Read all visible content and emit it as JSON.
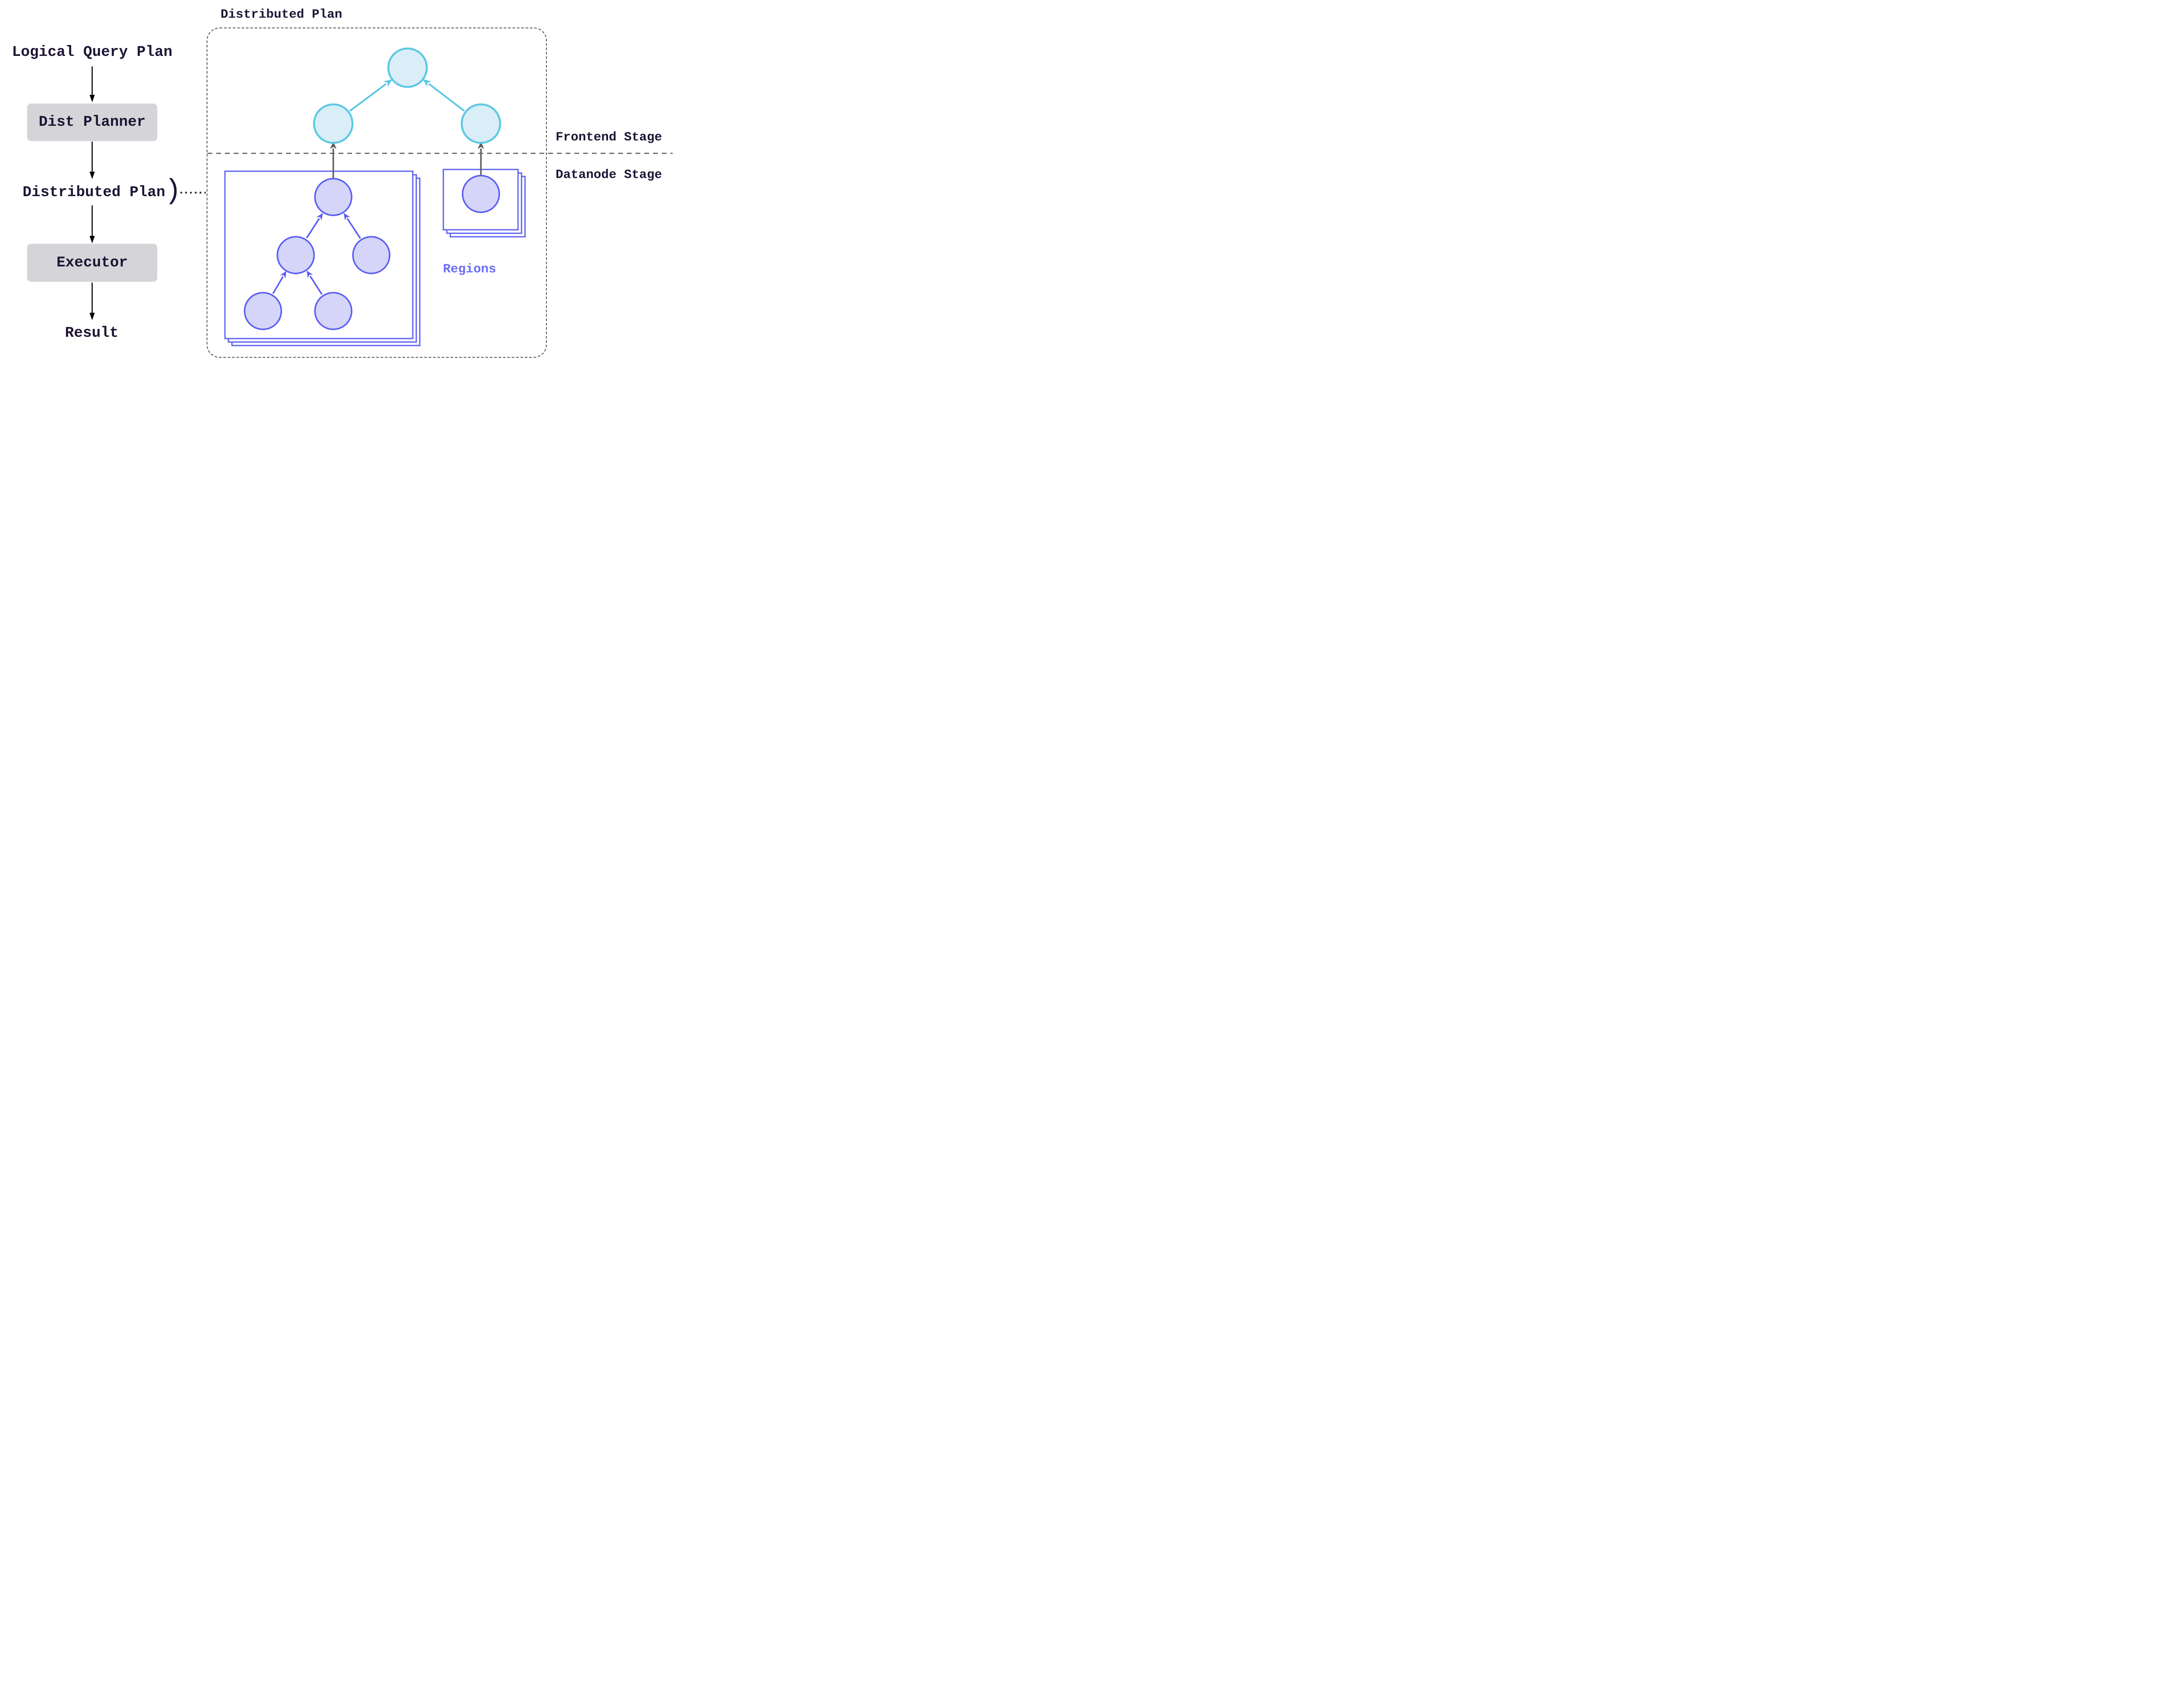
{
  "left_flow": {
    "logical_query_plan": "Logical Query Plan",
    "dist_planner": "Dist Planner",
    "distributed_plan": "Distributed Plan",
    "brace": ")",
    "executor": "Executor",
    "result": "Result"
  },
  "plan_container": {
    "title": "Distributed Plan",
    "frontend_stage_label": "Frontend Stage",
    "datanode_stage_label": "Datanode Stage",
    "regions_label": "Regions"
  },
  "colors": {
    "text_dark": "#1e1535",
    "flow_box_fill": "#d5d5d9",
    "black_arrow": "#000000",
    "gray_dashed": "#5a5a5a",
    "gray_arrow": "#606060",
    "cyan_node_border": "#5ec8e3",
    "cyan_node_fill": "#d9eef7",
    "purple_node_border": "#5a5ef2",
    "purple_node_fill": "#d4d5f9",
    "region_box_border": "#6064ef",
    "regions_text": "#696df2"
  }
}
